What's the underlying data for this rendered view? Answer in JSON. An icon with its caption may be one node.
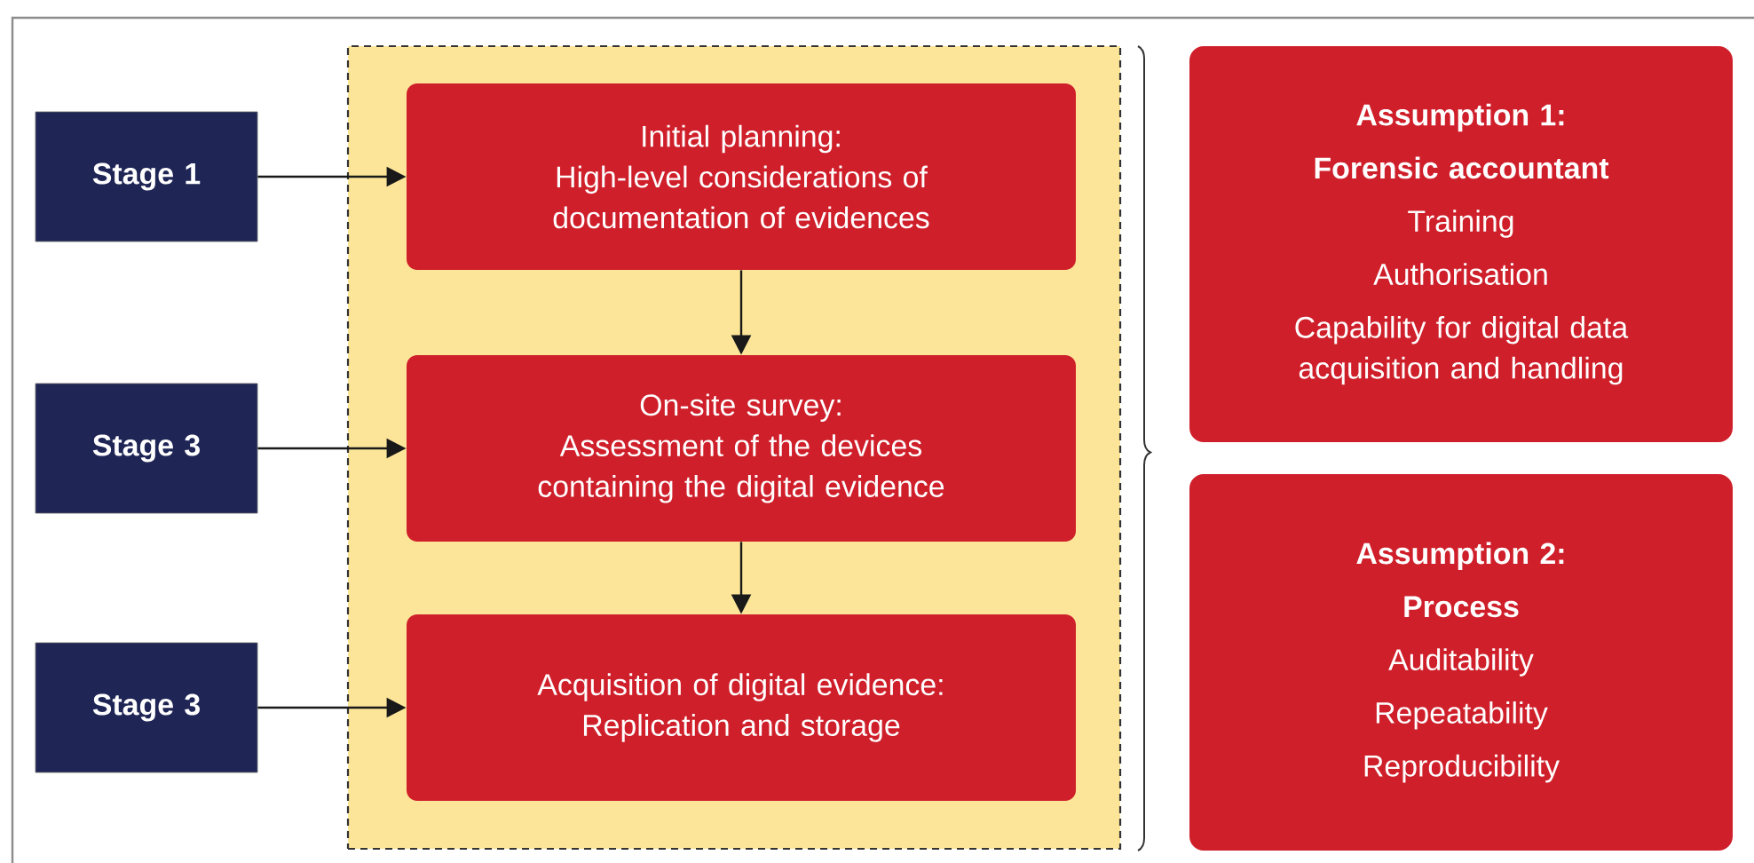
{
  "diagram": {
    "nodes": [
      {
        "text": [],
        "shape": "box"
      },
      {
        "text": [
          "Stage 1"
        ]
      },
      {
        "text": [
          "Initial planning:",
          "High-level considerations of documentation of evidences"
        ],
        "in": 0
      },
      {
        "text": [
          "Stage 3"
        ]
      },
      {
        "text": [
          "On-site survey:",
          "Assessment of the devices containing the digital evidence"
        ],
        "in": 0
      },
      {
        "text": [
          "Stage 3"
        ]
      },
      {
        "text": [
          "Acquisition of digital evidence:",
          "Replication and storage"
        ],
        "in": 0
      },
      {
        "text": [
          "Assumption 1:",
          "Forensic accountant",
          "Training",
          "Authorisation",
          "Capability for digital data acquisition and handling"
        ]
      },
      {
        "text": [
          "Assumption 2:",
          "Process",
          "Auditability",
          "Repeatability",
          "Reproducibility"
        ]
      }
    ],
    "edges": [
      {
        "from": 1,
        "to": 2,
        "arrow": "to"
      },
      {
        "from": 2,
        "to": 4,
        "arrow": "to"
      },
      {
        "from": 3,
        "to": 4,
        "arrow": "to"
      },
      {
        "from": 4,
        "to": 6,
        "arrow": "to"
      },
      {
        "from": 5,
        "to": 6,
        "arrow": "to"
      }
    ]
  }
}
